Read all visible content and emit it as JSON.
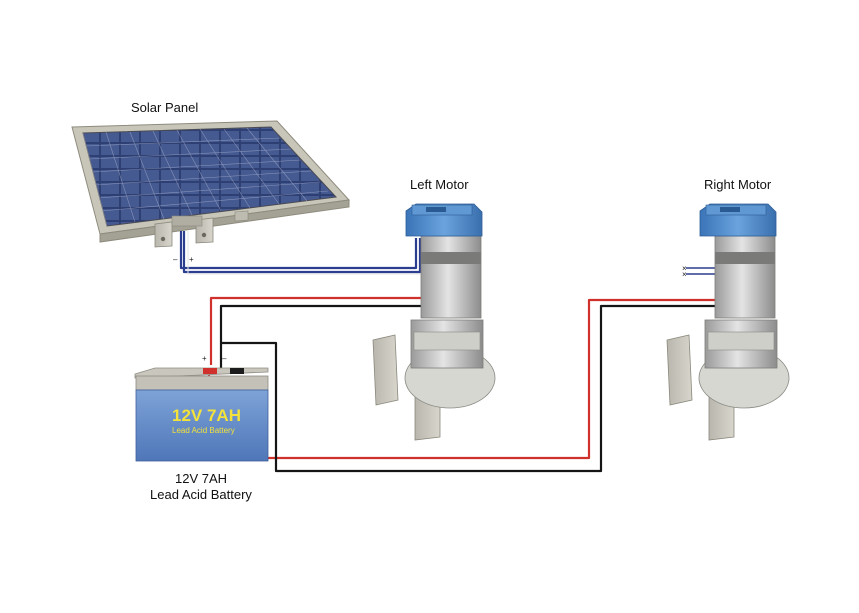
{
  "labels": {
    "solar_panel": "Solar Panel",
    "left_motor": "Left Motor",
    "right_motor": "Right Motor",
    "battery_line1": "12V 7AH",
    "battery_line2": "Lead Acid Battery"
  },
  "battery_face": {
    "big": "12V 7AH",
    "small": "Lead Acid Battery"
  },
  "terminals": {
    "panel_neg": "–",
    "panel_pos": "+",
    "battery_pos": "+",
    "battery_neg": "–"
  },
  "colors": {
    "positive_wire": "#d0312d",
    "negative_wire": "#151515",
    "solar_wire": "#2a3d8f",
    "motor_cap": "#4a86c8",
    "battery_body": "#5c84c4",
    "battery_text": "#f2e23a"
  }
}
